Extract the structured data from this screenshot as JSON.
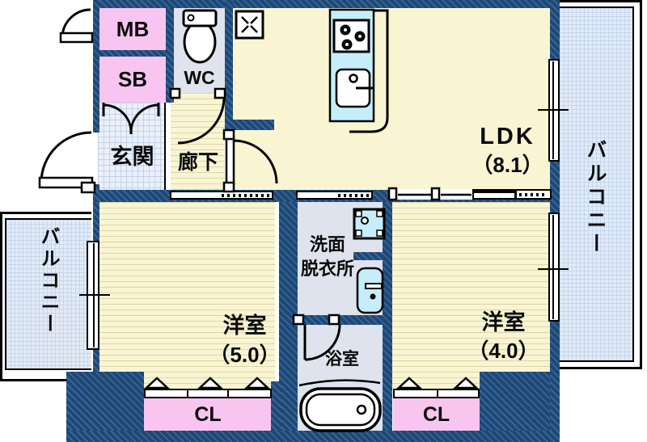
{
  "title": "Japanese apartment floor plan",
  "colors": {
    "wall": "#1E4876",
    "room_floor_yellow": "#F9F5D3",
    "closet_pink": "#F7C5EF",
    "wet_area_gray": "#DFE3ED",
    "entrance_check_blue": "#EAF0FA",
    "balcony_blue": "#E2EBF7",
    "fixture_cyan": "#C6EDFA",
    "outline": "#000000"
  },
  "rooms": {
    "ldk": {
      "label": "LDK",
      "size": "（8.1）"
    },
    "bedroom_large": {
      "label": "洋室",
      "size": "（5.0）"
    },
    "bedroom_small": {
      "label": "洋室",
      "size": "（4.0）"
    },
    "entrance": {
      "label": "玄関"
    },
    "hallway": {
      "label": "廊下"
    },
    "toilet": {
      "label": "WC"
    },
    "washroom": {
      "label_line1": "洗面",
      "label_line2": "脱衣所"
    },
    "bathroom": {
      "label": "浴室"
    },
    "meter_box": {
      "label": "MB"
    },
    "shoe_box": {
      "label": "SB"
    },
    "closet_left": {
      "label": "CL"
    },
    "closet_right": {
      "label": "CL"
    },
    "balcony_left": {
      "label": "バルコニー"
    },
    "balcony_right": {
      "label": "バルコニー"
    }
  },
  "icons": [
    "toilet-icon",
    "vent-hatch-icon",
    "kitchen-counter",
    "stove-icon",
    "sink-icon",
    "washing-machine-pan-icon",
    "washbasin-icon",
    "bathtub-icon",
    "closet-door-marker",
    "door-swing-arc",
    "sliding-door",
    "window",
    "door-jamb"
  ]
}
